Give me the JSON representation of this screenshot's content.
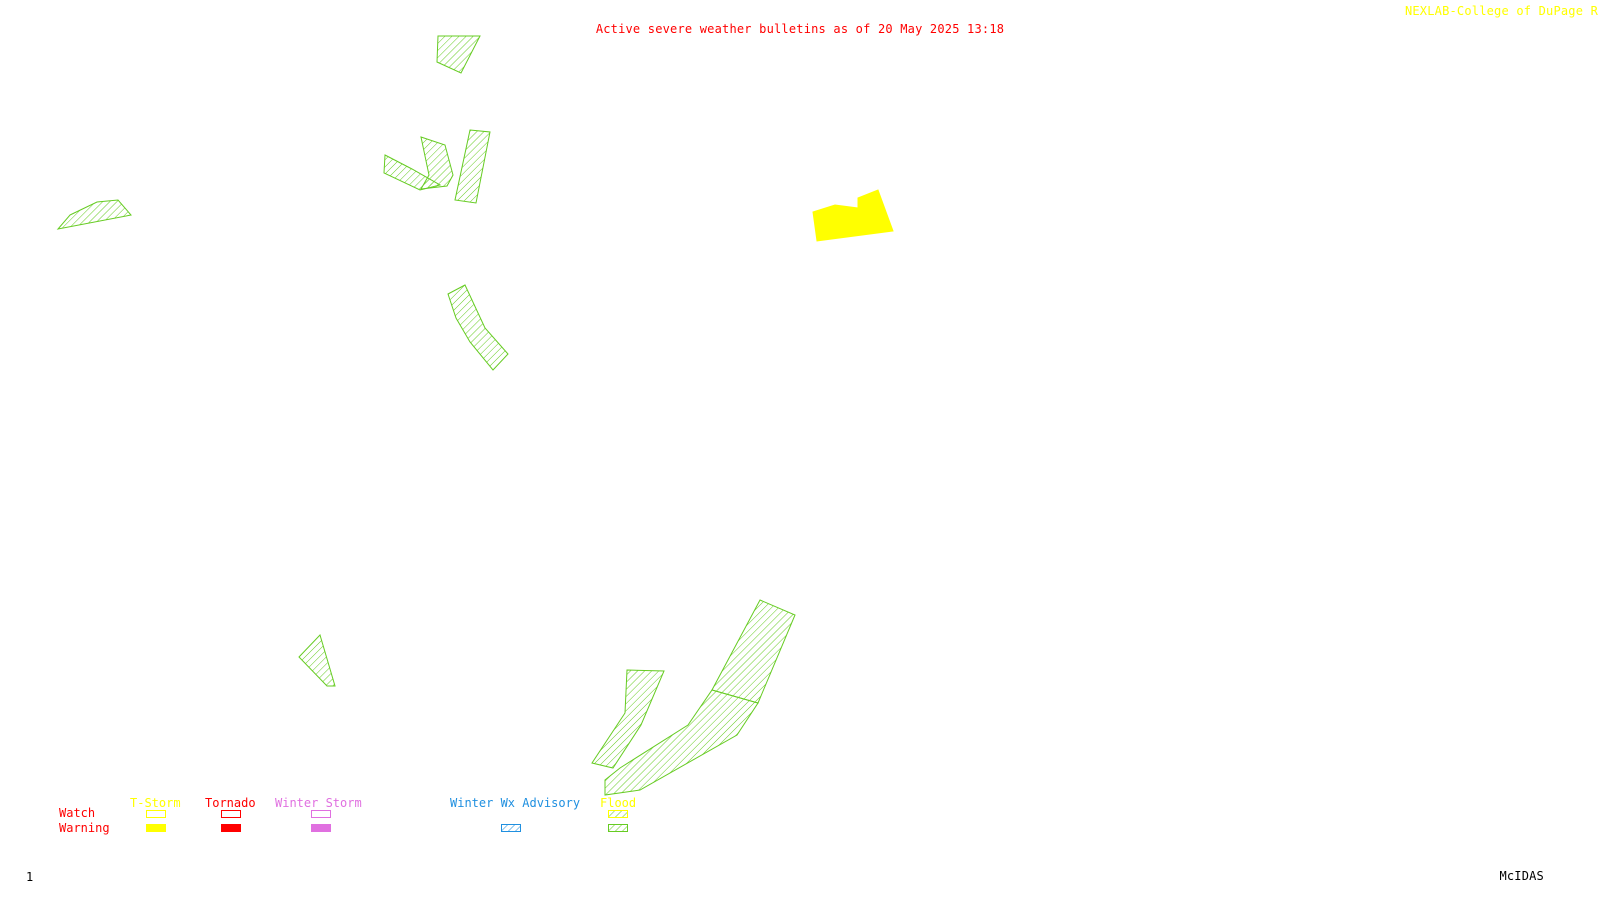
{
  "title": "Active severe weather bulletins as of 20 May 2025 13:18",
  "credit": "NEXLAB-College of DuPage R",
  "frame_number": "1",
  "software": "McIDAS",
  "colors": {
    "title": "#ff0000",
    "credit": "#ffff00",
    "tstorm": "#ffff00",
    "tornado": "#ff0000",
    "winter_storm": "#e070e0",
    "winter_wx_advisory": "#2090e0",
    "flood": "#66cc22",
    "flood_label": "#ffff00",
    "row_labels": "#ff0000"
  },
  "legend": {
    "row_labels": {
      "watch": "Watch",
      "warning": "Warning"
    },
    "categories": [
      {
        "label": "T-Storm",
        "watch": "outline",
        "warning": "filled"
      },
      {
        "label": "Tornado",
        "watch": "outline",
        "warning": "filled"
      },
      {
        "label": "Winter Storm",
        "watch": "outline",
        "warning": "filled"
      },
      {
        "label": "Winter Wx Advisory",
        "watch": "none",
        "warning": "hatched"
      },
      {
        "label": "Flood",
        "watch": "hatched",
        "warning": "hatched"
      }
    ]
  },
  "bulletins": [
    {
      "kind": "flood-warning",
      "id": "flood-warning-1"
    },
    {
      "kind": "flood-warning",
      "id": "flood-warning-2"
    },
    {
      "kind": "flood-warning",
      "id": "flood-warning-3"
    },
    {
      "kind": "flood-warning",
      "id": "flood-warning-4"
    },
    {
      "kind": "flood-warning",
      "id": "flood-warning-5"
    },
    {
      "kind": "flood-warning",
      "id": "flood-warning-6"
    },
    {
      "kind": "flood-warning",
      "id": "flood-warning-7"
    },
    {
      "kind": "flood-warning",
      "id": "flood-warning-8"
    },
    {
      "kind": "flood-warning",
      "id": "flood-warning-9"
    },
    {
      "kind": "flood-warning",
      "id": "flood-warning-10"
    },
    {
      "kind": "tstorm-warning",
      "id": "tstorm-warning-1"
    }
  ]
}
